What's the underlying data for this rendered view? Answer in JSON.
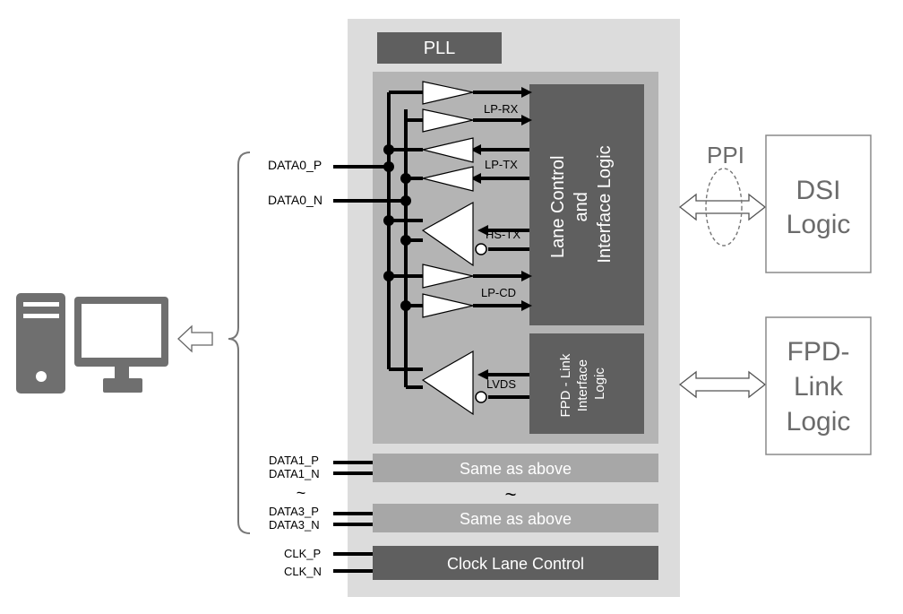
{
  "colors": {
    "outer_panel": "#dcdcdc",
    "inner_panel": "#b4b4b4",
    "dark_block": "#5f5f5f",
    "mid_block": "#a7a7a7",
    "line": "#000000",
    "logic_box_border": "#8a8a8a",
    "logic_text": "#6b6b6b"
  },
  "pll": {
    "label": "PLL"
  },
  "lane_control": {
    "line1": "Lane Control",
    "line2": "and",
    "line3": "Interface Logic"
  },
  "fpd_interface": {
    "line1": "FPD - Link",
    "line2": "Interface",
    "line3": "Logic"
  },
  "buffers": {
    "lp_rx": "LP-RX",
    "lp_tx": "LP-TX",
    "hs_tx": "HS-TX",
    "lp_cd": "LP-CD",
    "lvds": "LVDS"
  },
  "pins": {
    "data0_p": "DATA0_P",
    "data0_n": "DATA0_N",
    "data1_p": "DATA1_P",
    "data1_n": "DATA1_N",
    "data3_p": "DATA3_P",
    "data3_n": "DATA3_N",
    "clk_p": "CLK_P",
    "clk_n": "CLK_N"
  },
  "tilde_left": "~",
  "tilde_center": "~",
  "same_as_above_1": "Same as above",
  "same_as_above_2": "Same as above",
  "clock_lane": "Clock Lane Control",
  "ppi": "PPI",
  "dsi_logic": {
    "line1": "DSI",
    "line2": "Logic"
  },
  "fpd_link_logic": {
    "line1": "FPD-",
    "line2": "Link",
    "line3": "Logic"
  }
}
